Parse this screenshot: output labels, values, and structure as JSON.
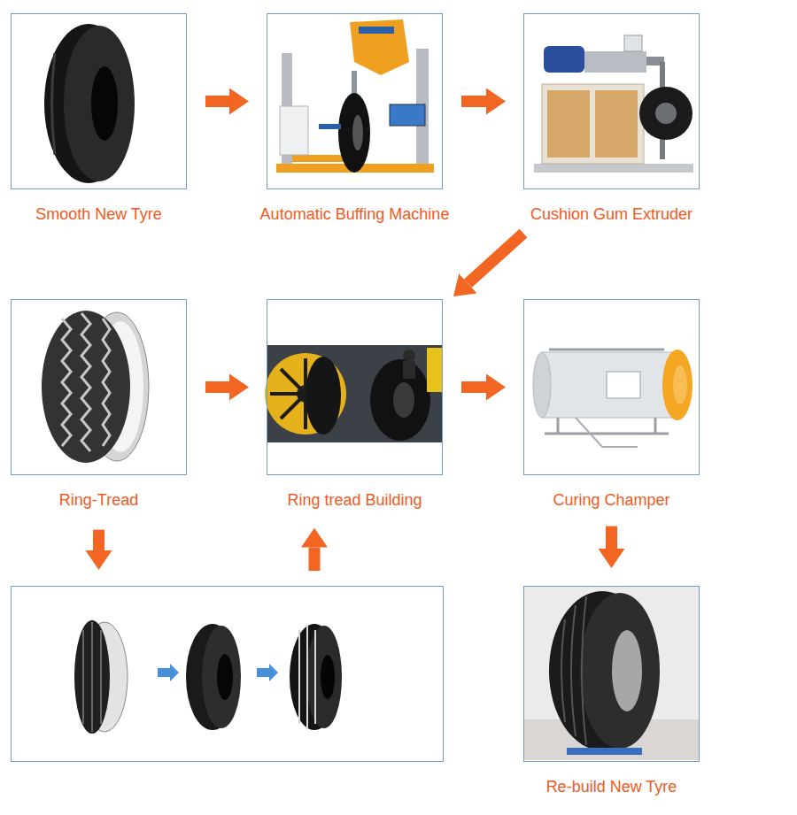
{
  "diagram": {
    "nodes": [
      {
        "text": [
          "Smooth New Tyre"
        ]
      },
      {
        "text": [
          "Automatic Buffing Machine"
        ]
      },
      {
        "text": [
          "Cushion Gum Extruder"
        ]
      },
      {
        "text": [
          "Ring-Tread"
        ]
      },
      {
        "text": [
          "Ring tread Building"
        ]
      },
      {
        "text": [
          "Curing Champer"
        ]
      },
      {
        "text": []
      },
      {
        "text": [
          "Re-build New Tyre"
        ]
      }
    ],
    "edges": [
      {
        "from": 0,
        "to": 1,
        "arrow": "to"
      },
      {
        "from": 1,
        "to": 2,
        "arrow": "to"
      },
      {
        "from": 2,
        "to": 4,
        "arrow": "to"
      },
      {
        "from": 3,
        "to": 4,
        "arrow": "to"
      },
      {
        "from": 4,
        "to": 5,
        "arrow": "to"
      },
      {
        "from": 3,
        "to": 6,
        "arrow": "to"
      },
      {
        "from": 6,
        "to": 4,
        "arrow": "to"
      },
      {
        "from": 5,
        "to": 7,
        "arrow": "to"
      }
    ]
  }
}
